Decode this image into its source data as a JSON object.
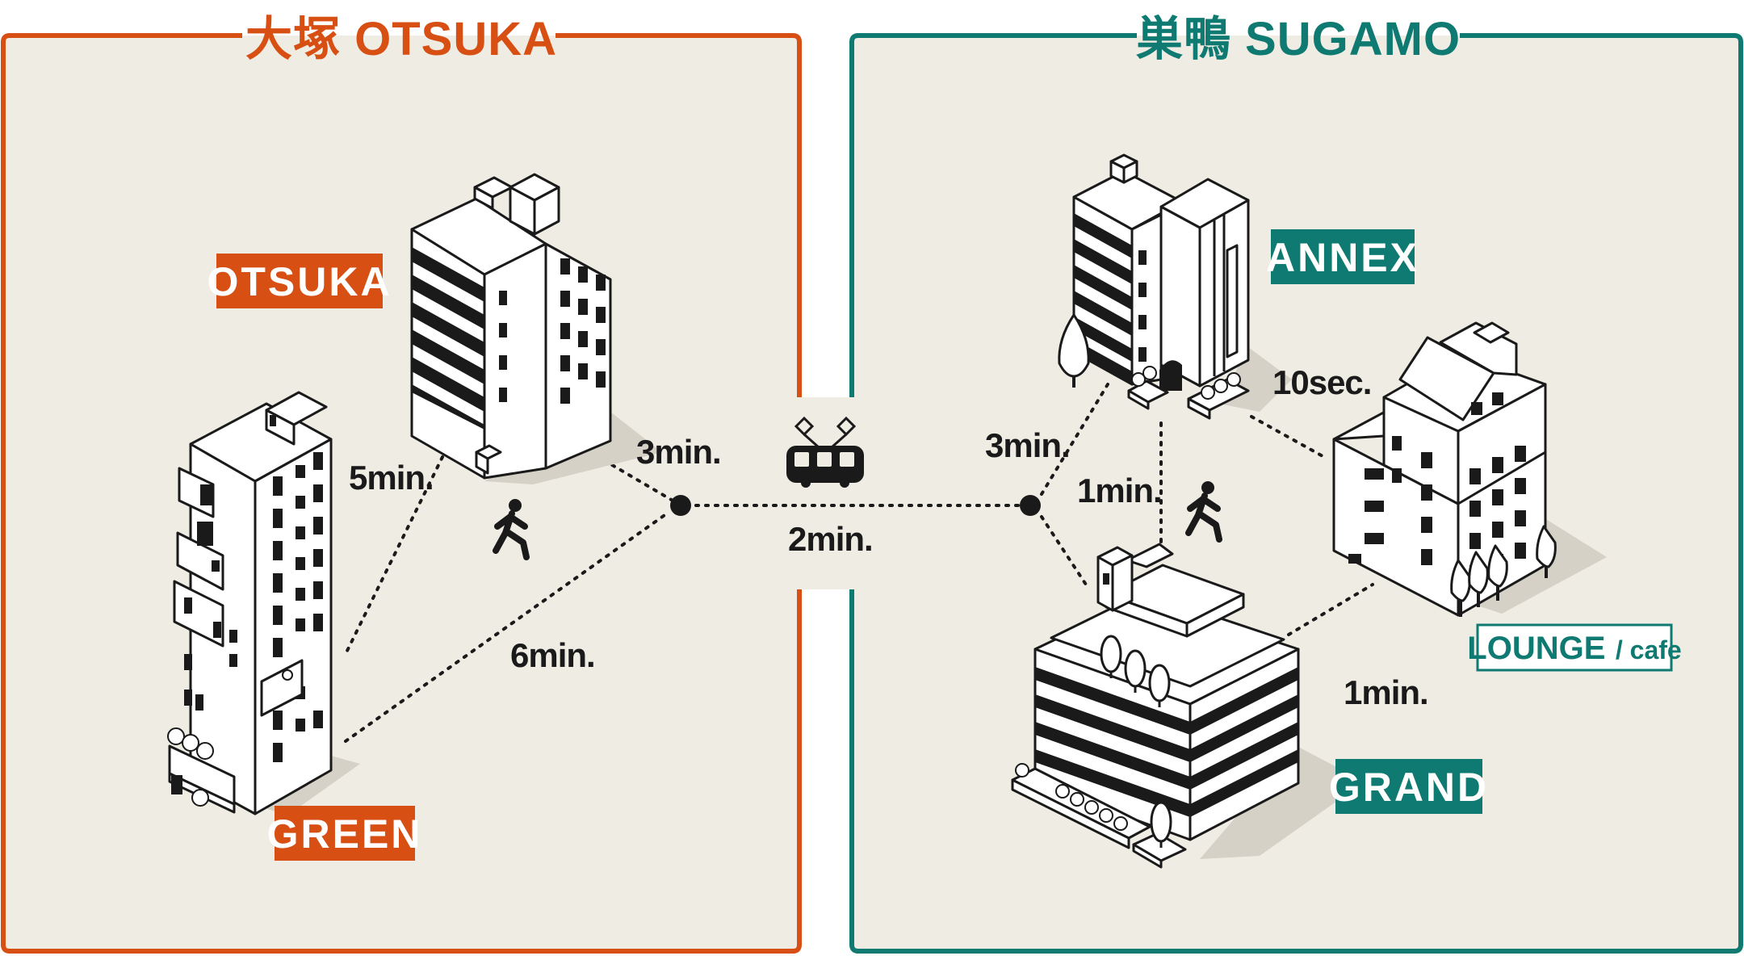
{
  "colors": {
    "otsuka": "#d84f14",
    "sugamo": "#0e7a72",
    "panel_bg": "#efece4",
    "ink": "#1a1a1a"
  },
  "areas": {
    "otsuka": {
      "title": "大塚 OTSUKA"
    },
    "sugamo": {
      "title": "巣鴨 SUGAMO"
    }
  },
  "buildings": {
    "otsuka": "OTSUKA",
    "green": "GREEN",
    "annex": "ANNEX",
    "grand": "GRAND",
    "lounge": "LOUNGE",
    "lounge_sub": "/ cafe"
  },
  "times": {
    "otsuka_green": "5min.",
    "otsuka_station": "3min.",
    "green_station": "6min.",
    "train": "2min.",
    "station_annex": "3min.",
    "annex_grand": "1min.",
    "annex_lounge": "10sec.",
    "grand_lounge": "1min."
  },
  "icons": {
    "train": "train-icon",
    "walker": "walking-person-icon"
  }
}
